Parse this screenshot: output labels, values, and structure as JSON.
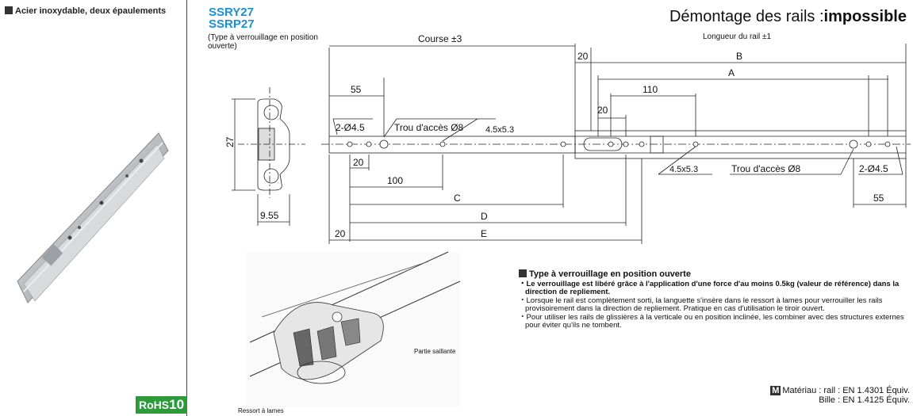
{
  "left_panel": {
    "title": "Acier inoxydable, deux épaulements",
    "rohs_prefix": "RoHS",
    "rohs_number": "10"
  },
  "models": [
    "SSRY27",
    "SSRP27"
  ],
  "type_note": "(Type à verrouillage en position ouverte)",
  "heading": {
    "prefix": "Démontage des rails :",
    "emph": "impossible"
  },
  "rail_length_note": "Longueur du rail ±1",
  "dims": {
    "course": "Course ±3",
    "d20_top": "20",
    "B": "B",
    "A": "A",
    "d55_left": "55",
    "d110": "110",
    "d2x45_left": "2-Ø4.5",
    "trou_left": "Trou d'accès Ø8",
    "d45x53_top": "4.5x5.3",
    "d20_mid": "20",
    "d20_low": "20",
    "d100": "100",
    "C": "C",
    "D": "D",
    "d20_bottom": "20",
    "E": "E",
    "d45x53_bot": "4.5x5.3",
    "trou_right": "Trou d'accès Ø8",
    "d2x45_right": "2-Ø4.5",
    "d55_right": "55",
    "h27": "27",
    "w955": "9.55"
  },
  "labels": {
    "partie_saillante": "Partie saillante",
    "ressort": "Ressort à lames"
  },
  "description": {
    "title": "Type à verrouillage en position ouverte",
    "bullets": [
      "・Le verrouillage est libéré grâce à l'application d'une force d'au moins 0.5kg (valeur de référence) dans la direction de repliement.",
      "・Lorsque le rail est complètement sorti, la languette s'insère dans le ressort à lames pour verrouiller les rails provisoirement dans la direction de repliement. Pratique en cas d'utilisation le tiroir ouvert.",
      "・Pour utiliser les rails de glissières à la verticale ou en position inclinée, les combiner avec des structures externes pour éviter qu'ils ne tombent."
    ]
  },
  "material": {
    "badge": "M",
    "line1": "Matériau : rail : EN 1.4301 Équiv.",
    "line2": "Bille : EN 1.4125 Équiv."
  }
}
